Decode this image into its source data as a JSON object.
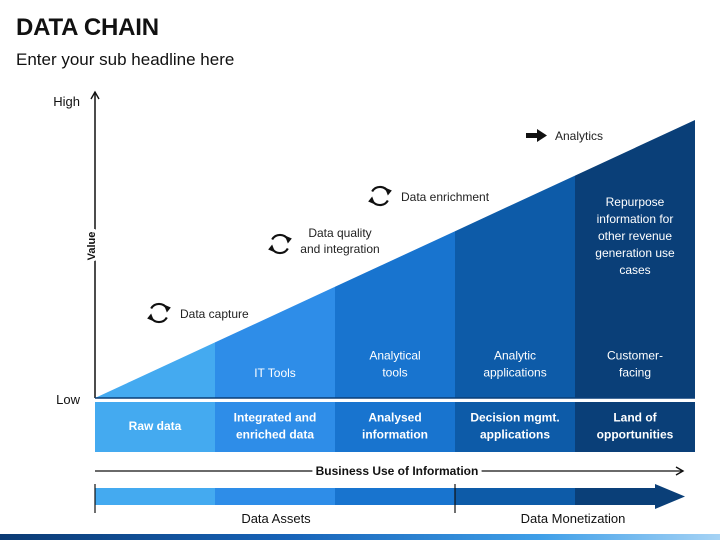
{
  "header": {
    "title": "DATA CHAIN",
    "subtitle": "Enter your sub headline here"
  },
  "axis": {
    "y_label": "Value",
    "y_high": "High",
    "y_low": "Low",
    "x_label": "Business Use of Information"
  },
  "colors": {
    "stage1": "#44aaf0",
    "stage2": "#2e8de8",
    "stage3": "#1874cf",
    "stage4": "#0d5ba8",
    "stage5": "#0a3f78",
    "text_dark": "#222222"
  },
  "stages": [
    {
      "top_label": "",
      "bottom_label": "Raw data",
      "annotation": "Data capture",
      "annotation_icon": "refresh-icon"
    },
    {
      "top_label": "IT Tools",
      "bottom_label": "Integrated and enriched data",
      "annotation": "Data quality and integration",
      "annotation_icon": "refresh-icon"
    },
    {
      "top_label": "Analytical tools",
      "bottom_label": "Analysed information",
      "annotation": "Data enrichment",
      "annotation_icon": "refresh-icon"
    },
    {
      "top_label": "Analytic applications",
      "bottom_label": "Decision mgmt. applications",
      "annotation": "Analytics",
      "annotation_icon": "arrow-right-icon"
    },
    {
      "top_label": "Customer-facing",
      "bottom_label": "Land of opportunities",
      "extra_label": "Repurpose information for other revenue generation use cases",
      "annotation": "",
      "annotation_icon": ""
    }
  ],
  "phases": [
    {
      "label": "Data Assets"
    },
    {
      "label": "Data Monetization"
    }
  ]
}
